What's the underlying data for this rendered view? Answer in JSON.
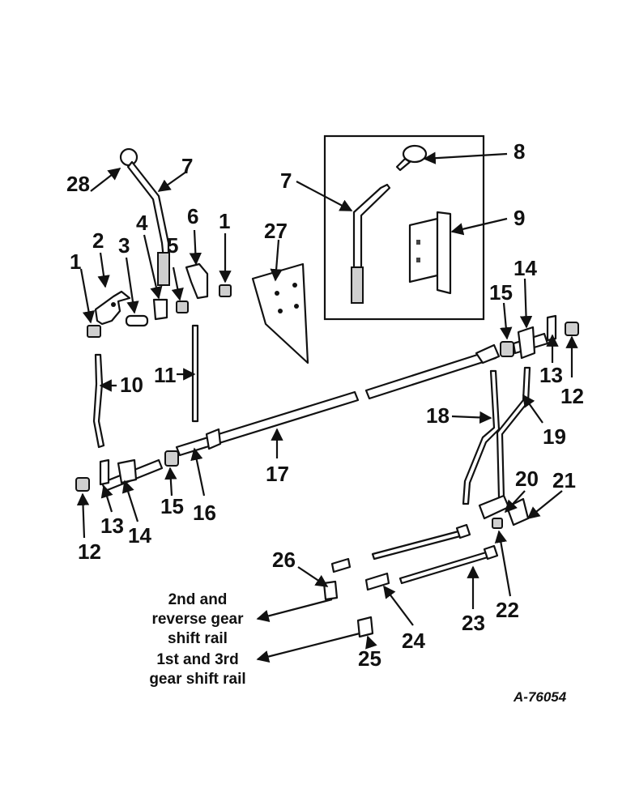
{
  "diagram": {
    "drawing_number": "A-76054",
    "callouts": [
      "1",
      "2",
      "3",
      "4",
      "5",
      "6",
      "1",
      "28",
      "7",
      "27",
      "7",
      "8",
      "9",
      "10",
      "11",
      "15",
      "14",
      "13",
      "12",
      "18",
      "19",
      "17",
      "16",
      "15",
      "14",
      "13",
      "12",
      "20",
      "21",
      "22",
      "23",
      "24",
      "25",
      "26"
    ],
    "notes": {
      "second_reverse": [
        "2nd and",
        "reverse gear",
        "shift rail"
      ],
      "first_third": [
        "1st and 3rd",
        "gear shift rail"
      ]
    }
  }
}
